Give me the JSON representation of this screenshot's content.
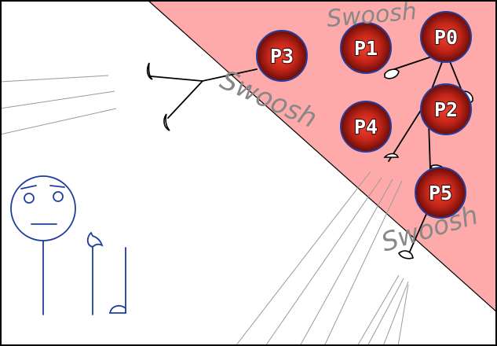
{
  "processes": [
    {
      "id": "p0",
      "label": "P0"
    },
    {
      "id": "p1",
      "label": "P1"
    },
    {
      "id": "p2",
      "label": "P2"
    },
    {
      "id": "p3",
      "label": "P3"
    },
    {
      "id": "p4",
      "label": "P4"
    },
    {
      "id": "p5",
      "label": "P5"
    }
  ],
  "effects": {
    "swoosh_top": "Swoosh",
    "swoosh_middle": "Swoosh",
    "swoosh_bottom": "Swoosh"
  },
  "colors": {
    "background": "#ffffff",
    "zone": "#ffaaaa",
    "node_inner": "#f04030",
    "node_outer": "#6a0c08",
    "node_stroke": "#2a3c9a",
    "figure": "#1f3f9c",
    "swoosh": "#888888"
  }
}
